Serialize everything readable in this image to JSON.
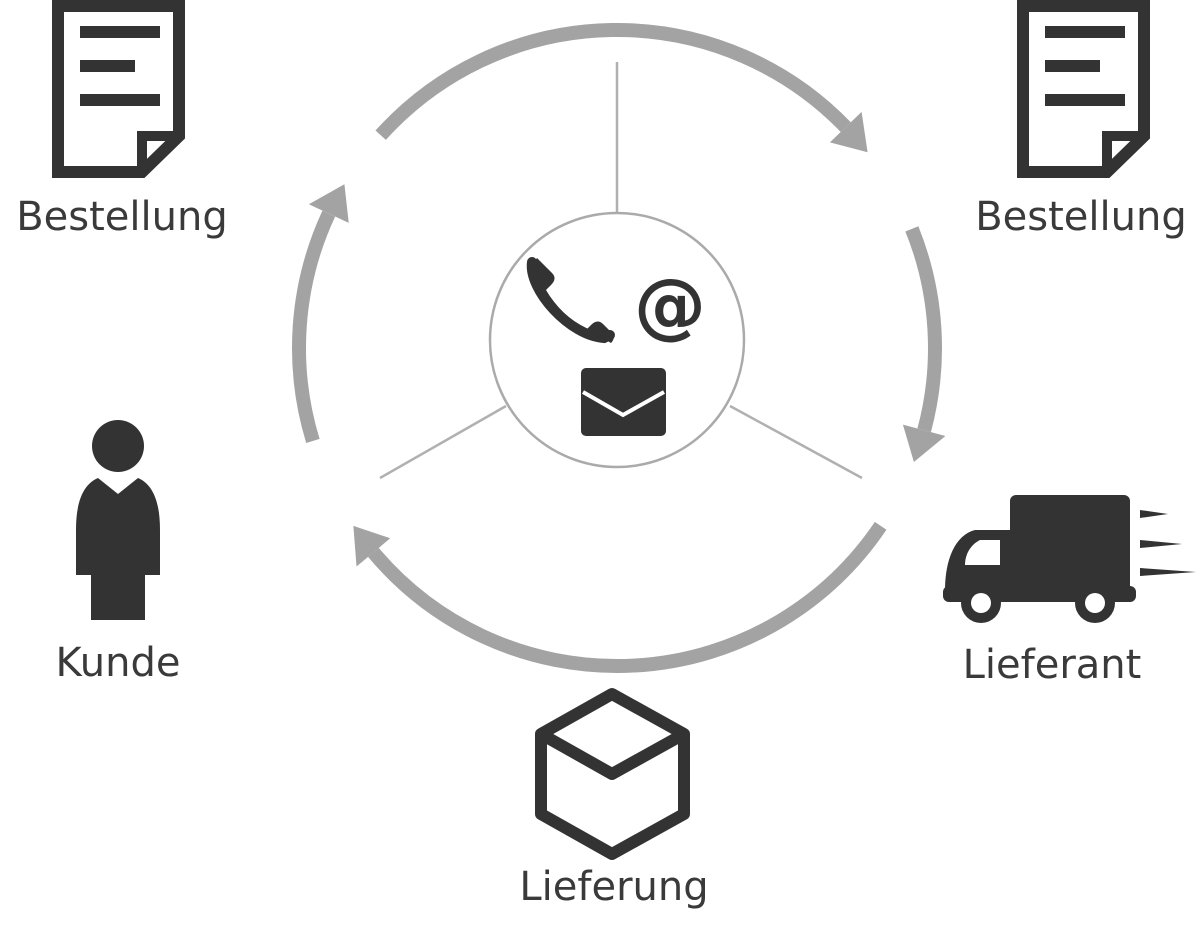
{
  "labels": {
    "order_customer": "Bestellung",
    "order_supplier": "Bestellung",
    "customer": "Kunde",
    "supplier": "Lieferant",
    "delivery": "Lieferung"
  },
  "center": {
    "icons": [
      "phone-icon",
      "at-sign-icon",
      "envelope-icon"
    ],
    "at_symbol": "@"
  },
  "colors": {
    "icon": "#333333",
    "arrow": "#a3a3a3",
    "line": "#b0b0b0",
    "text": "#3a3a3a"
  }
}
